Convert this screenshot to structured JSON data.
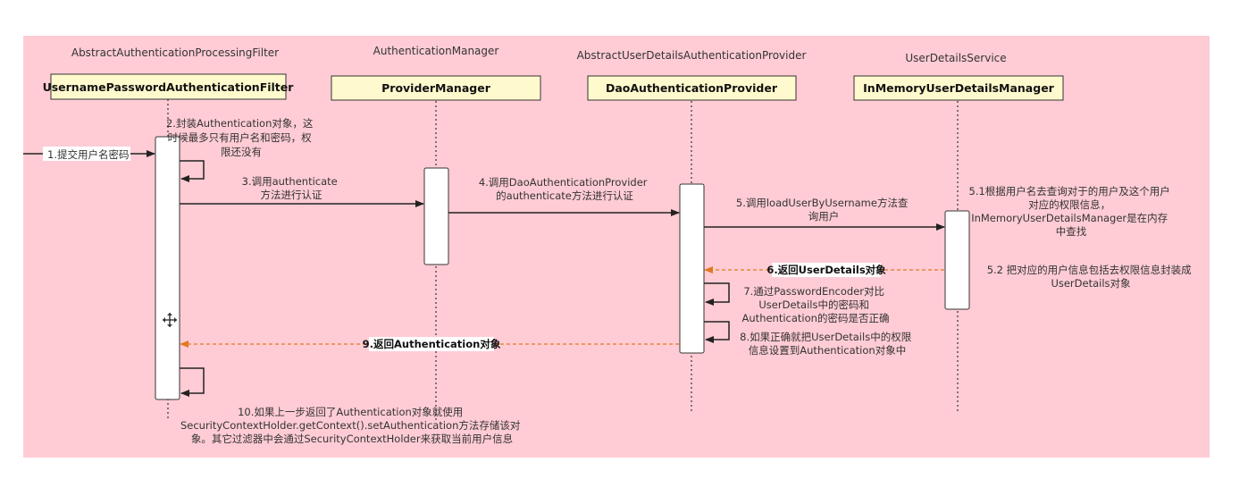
{
  "participants": [
    {
      "abstract": "AbstractAuthenticationProcessingFilter",
      "name": "UsernamePasswordAuthenticationFilter"
    },
    {
      "abstract": "AuthenticationManager",
      "name": "ProviderManager"
    },
    {
      "abstract": "AbstractUserDetailsAuthenticationProvider",
      "name": "DaoAuthenticationProvider"
    },
    {
      "abstract": "UserDetailsService",
      "name": "InMemoryUserDetailsManager"
    }
  ],
  "steps": {
    "s1": [
      "1.提交用户名密码"
    ],
    "s2": [
      "2.封装Authentication对象，这",
      "时候最多只有用户名和密码，权",
      "限还没有"
    ],
    "s3": [
      "3.调用authenticate",
      "方法进行认证"
    ],
    "s4": [
      "4.调用DaoAuthenticationProvider",
      "的authenticate方法进行认证"
    ],
    "s5": [
      "5.调用loadUserByUsername方法查",
      "询用户"
    ],
    "s51": [
      "5.1根据用户名去查询对于的用户及这个用户",
      "对应的权限信息，",
      "InMemoryUserDetailsManager是在内存",
      "中查找"
    ],
    "s52": [
      "5.2 把对应的用户信息包括去权限信息封装成",
      "UserDetails对象"
    ],
    "s6": [
      "6.返回UserDetails对象"
    ],
    "s7": [
      "7.通过PasswordEncoder对比",
      "UserDetails中的密码和",
      "Authentication的密码是否正确"
    ],
    "s8": [
      "8.如果正确就把UserDetails中的权限",
      "信息设置到Authentication对象中"
    ],
    "s9": [
      "9.返回Authentication对象"
    ],
    "s10": [
      "10.如果上一步返回了Authentication对象就使用",
      "SecurityContextHolder.getContext().setAuthentication方法存储该对",
      "象。其它过滤器中会通过SecurityContextHolder来获取当前用户信息"
    ]
  },
  "colors": {
    "background": "#ffccd5",
    "box_fill": "#fffacd",
    "return_arrow": "#e07a1f",
    "message_arrow": "#222222"
  },
  "icons": [
    "move-cursor-icon"
  ]
}
